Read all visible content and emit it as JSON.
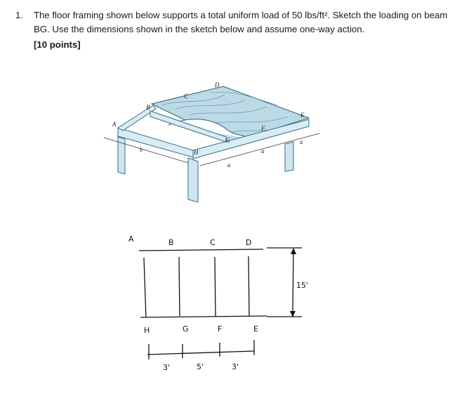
{
  "question": {
    "number": "1.",
    "text": "The floor framing shown below supports a total uniform load of 50 lbs/ft². Sketch the loading on beam BG. Use the dimensions shown in the sketch below and assume one-way action.",
    "points": "[10 points]"
  },
  "figure": {
    "labels": {
      "A": "A",
      "B": "B",
      "C": "C",
      "D": "D",
      "E": "E",
      "F": "F",
      "G": "G",
      "H": "H",
      "a": "a",
      "b": "b"
    }
  },
  "sketch": {
    "top_labels": [
      "A",
      "B",
      "C",
      "D"
    ],
    "bottom_labels": [
      "H",
      "G",
      "F",
      "E"
    ],
    "span_label": "15'",
    "spacing_labels": [
      "3'",
      "5'",
      "3'"
    ]
  }
}
